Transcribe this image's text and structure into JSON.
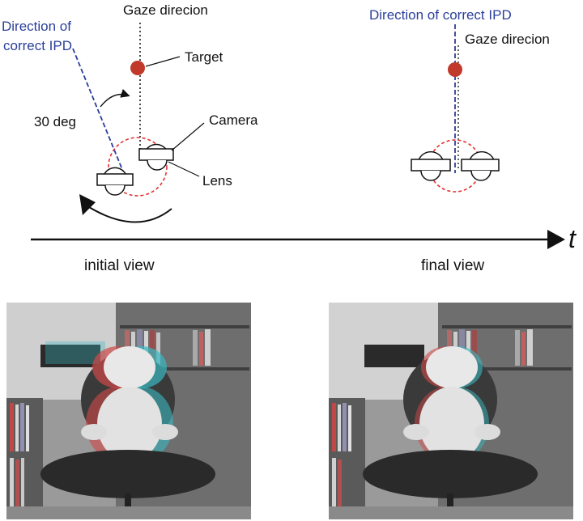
{
  "labels": {
    "gaze_direction_left": "Gaze direcion",
    "direction_ipd_left_line1": "Direction of",
    "direction_ipd_left_line2": "correct IPD",
    "target": "Target",
    "angle": "30 deg",
    "camera": "Camera",
    "lens": "Lens",
    "direction_ipd_right": "Direction of correct IPD",
    "gaze_direction_right": "Gaze direcion",
    "time_axis": "t",
    "initial_view": "initial view",
    "final_view": "final view"
  },
  "colors": {
    "ipd_blue": "#2b3f9b",
    "target_red": "#c0392b",
    "rotation_circle": "#e53030",
    "anaglyph_red": "#d04848",
    "anaglyph_cyan": "#38b8c0"
  },
  "photos": {
    "initial": {
      "subject": "frog plush toy on office chair",
      "style": "red-cyan anaglyph",
      "misalignment": "large"
    },
    "final": {
      "subject": "frog plush toy on office chair",
      "style": "red-cyan anaglyph",
      "misalignment": "small"
    }
  }
}
